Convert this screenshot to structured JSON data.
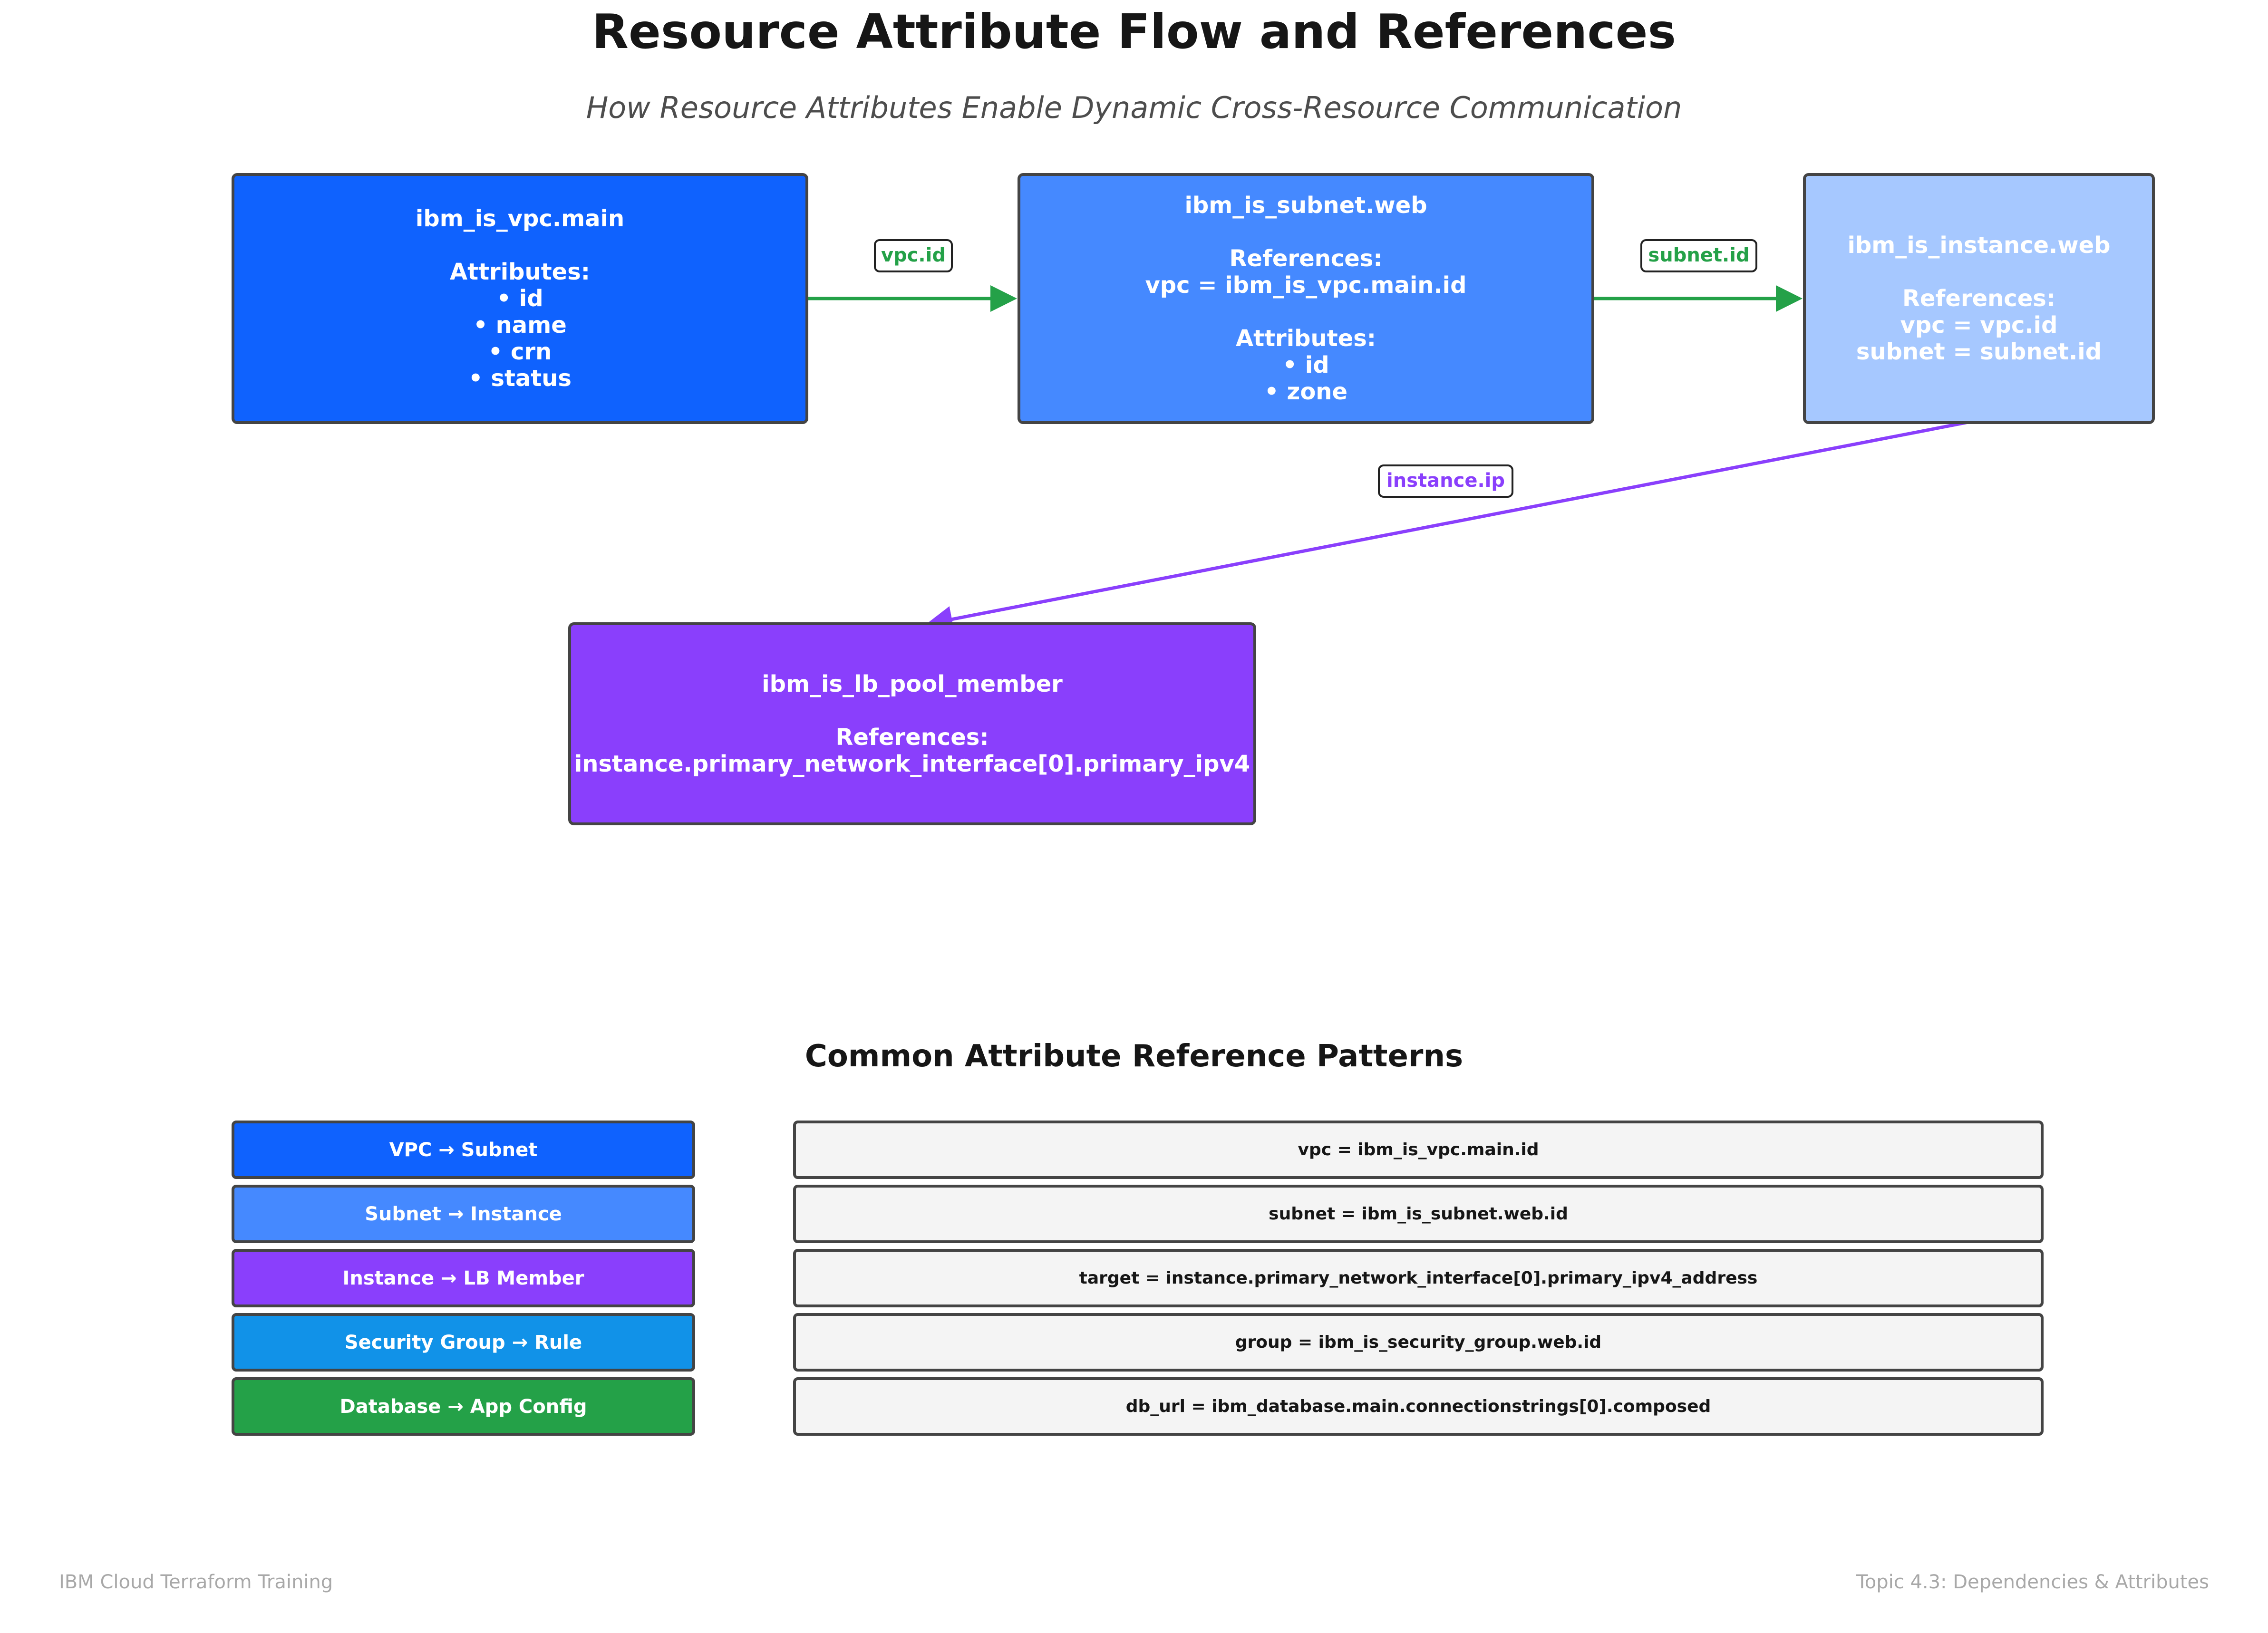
{
  "title": "Resource Attribute Flow and References",
  "subtitle": "How Resource Attributes Enable Dynamic Cross-Resource Communication",
  "nodes": {
    "vpc": {
      "text": "ibm_is_vpc.main\n\nAttributes:\n• id\n• name\n• crn\n• status",
      "color": "#0f62fe"
    },
    "subnet": {
      "text": "ibm_is_subnet.web\n\nReferences:\nvpc = ibm_is_vpc.main.id\n\nAttributes:\n• id\n• zone",
      "color": "#4589ff"
    },
    "instance": {
      "text": "ibm_is_instance.web\n\nReferences:\nvpc = vpc.id\nsubnet = subnet.id",
      "color": "#a6c8ff"
    },
    "lb_member": {
      "text": "ibm_is_lb_pool_member\n\nReferences:\ninstance.primary_network_interface[0].primary_ipv4",
      "color": "#8a3ffc"
    }
  },
  "edges": [
    {
      "from": "vpc",
      "to": "subnet",
      "label": "vpc.id",
      "color": "#24a148"
    },
    {
      "from": "subnet",
      "to": "instance",
      "label": "subnet.id",
      "color": "#24a148"
    },
    {
      "from": "instance",
      "to": "lb_member",
      "label": "instance.ip",
      "color": "#8a3ffc"
    }
  ],
  "patterns": {
    "title": "Common Attribute Reference Patterns",
    "rows": [
      {
        "name": "VPC → Subnet",
        "example": "vpc = ibm_is_vpc.main.id",
        "color": "#0f62fe"
      },
      {
        "name": "Subnet → Instance",
        "example": "subnet = ibm_is_subnet.web.id",
        "color": "#4589ff"
      },
      {
        "name": "Instance → LB Member",
        "example": "target = instance.primary_network_interface[0].primary_ipv4_address",
        "color": "#8a3ffc"
      },
      {
        "name": "Security Group → Rule",
        "example": "group = ibm_is_security_group.web.id",
        "color": "#1192e8"
      },
      {
        "name": "Database → App Config",
        "example": "db_url = ibm_database.main.connectionstrings[0].composed",
        "color": "#24a148"
      }
    ]
  },
  "footer": {
    "left": "IBM Cloud Terraform Training",
    "right": "Topic 4.3: Dependencies & Attributes"
  }
}
